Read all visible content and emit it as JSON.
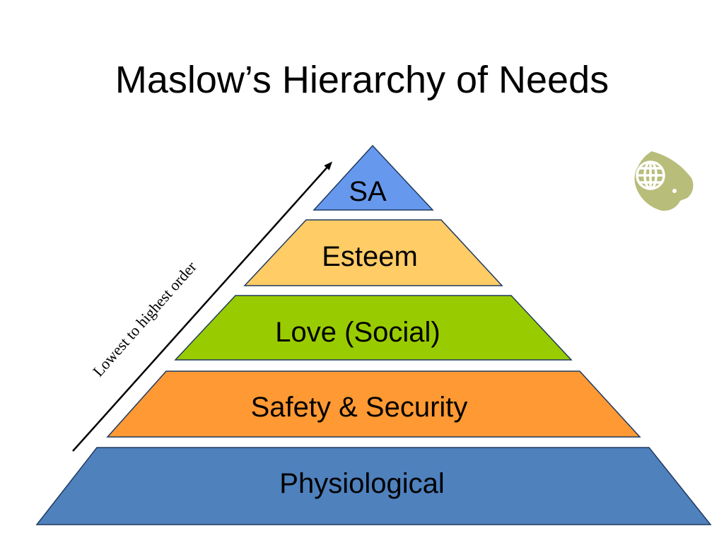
{
  "slide": {
    "title": "Maslow’s Hierarchy of Needs"
  },
  "pyramid": {
    "tiers": [
      {
        "label": "SA",
        "color": "#6699EE"
      },
      {
        "label": "Esteem",
        "color": "#FFCC66"
      },
      {
        "label": "Love (Social)",
        "color": "#99CC00"
      },
      {
        "label": "Safety & Security",
        "color": "#FF9933"
      },
      {
        "label": "Physiological",
        "color": "#4F81BD"
      }
    ],
    "outline_color": "#1F3A5F"
  },
  "axis": {
    "label": "Lowest to highest order",
    "color": "#000000"
  },
  "logo": {
    "icon": "globe-icon",
    "color": "#B8BD7A"
  }
}
